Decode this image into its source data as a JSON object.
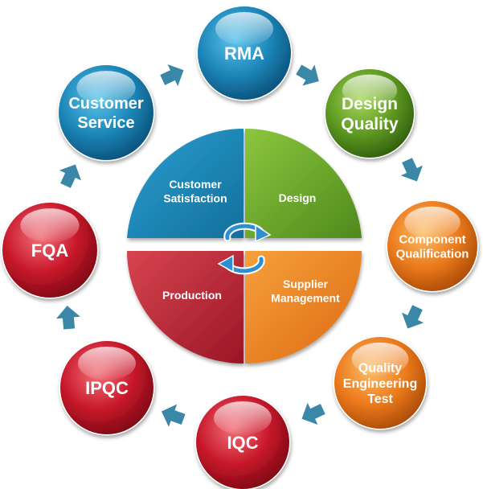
{
  "cycle_nodes": [
    {
      "lines": [
        "RMA"
      ],
      "color": "blue"
    },
    {
      "lines": [
        "Design",
        "Quality"
      ],
      "color": "green"
    },
    {
      "lines": [
        "Component",
        "Qualification"
      ],
      "color": "orange"
    },
    {
      "lines": [
        "Quality",
        "Engineering",
        "Test"
      ],
      "color": "orange"
    },
    {
      "lines": [
        "IQC"
      ],
      "color": "red"
    },
    {
      "lines": [
        "IPQC"
      ],
      "color": "red"
    },
    {
      "lines": [
        "FQA"
      ],
      "color": "red"
    },
    {
      "lines": [
        "Customer",
        "Service"
      ],
      "color": "blue"
    }
  ],
  "center_quadrants": [
    {
      "lines": [
        "Customer",
        "Satisfaction"
      ],
      "color": "blue"
    },
    {
      "lines": [
        "Design"
      ],
      "color": "green"
    },
    {
      "lines": [
        "Supplier",
        "Management"
      ],
      "color": "orange"
    },
    {
      "lines": [
        "Production"
      ],
      "color": "red"
    }
  ],
  "colors": {
    "blue": "#1c86b8",
    "green": "#5f9a22",
    "orange": "#ec7a1c",
    "red": "#c8182a",
    "arrow": "#3a87a8",
    "cycle_icon": "#2f8ed0"
  }
}
